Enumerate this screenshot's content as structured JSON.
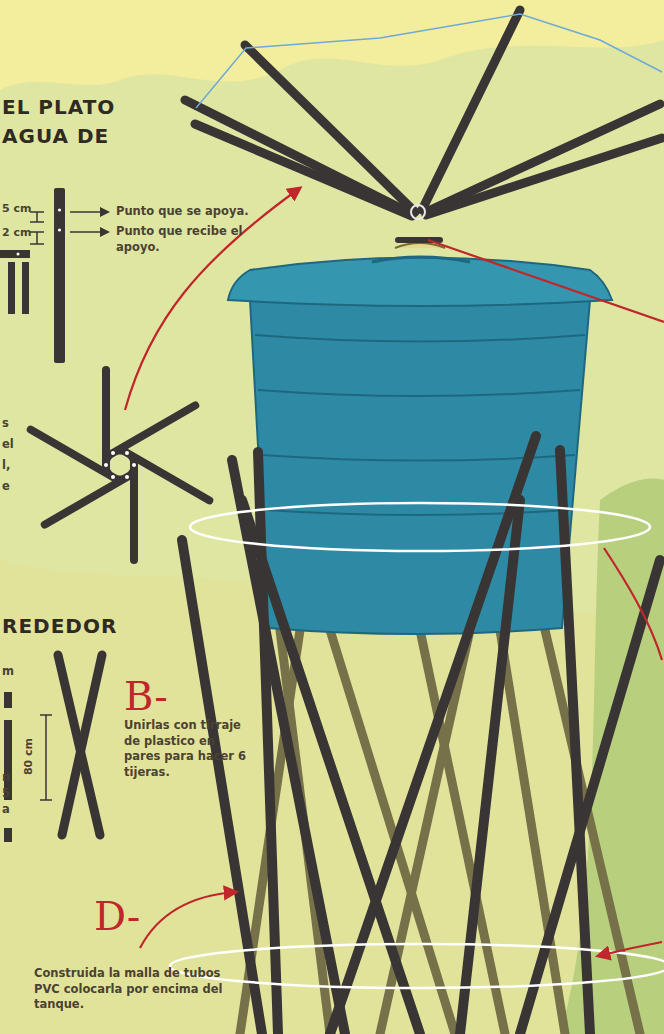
{
  "diagram": {
    "labels": [
      "EL PLATO",
      "AGUA DE",
      "5 cm",
      "2 cm",
      "Punto que se apoya.",
      "Punto que recibe el apoyo.",
      "REDEDOR",
      "B-",
      "Unirlas con tirraje de plastico en pares para hacer 6 tijeras.",
      "80 cm",
      "D-",
      "Construida la malla de tubos PVC colocarla por encima del tanque.",
      "s",
      "el",
      "l,",
      "e",
      "m",
      "n",
      "5",
      "a"
    ]
  }
}
